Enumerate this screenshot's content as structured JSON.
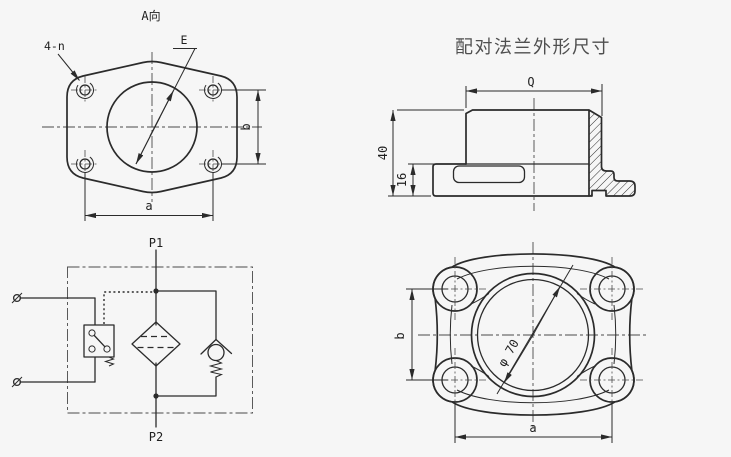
{
  "colors": {
    "background": "#f6f6f6",
    "line": "#2b2b2b",
    "centerline": "#4a4a4a",
    "title_text": "#4f4f4f"
  },
  "views": {
    "view_a": {
      "title": "A向",
      "bolt_holes_label": "4-n",
      "bore_label": "E",
      "width_dim": "a",
      "height_dim": "b"
    },
    "side_view": {
      "title": "配对法兰外形尺寸",
      "top_width_dim": "Q",
      "overall_height_dim": "40",
      "base_height_dim": "16"
    },
    "circuit": {
      "top_port": "P1",
      "bottom_port": "P2"
    },
    "mating_view": {
      "bore_diameter": "φ 70",
      "width_dim": "a",
      "height_dim": "b"
    }
  }
}
